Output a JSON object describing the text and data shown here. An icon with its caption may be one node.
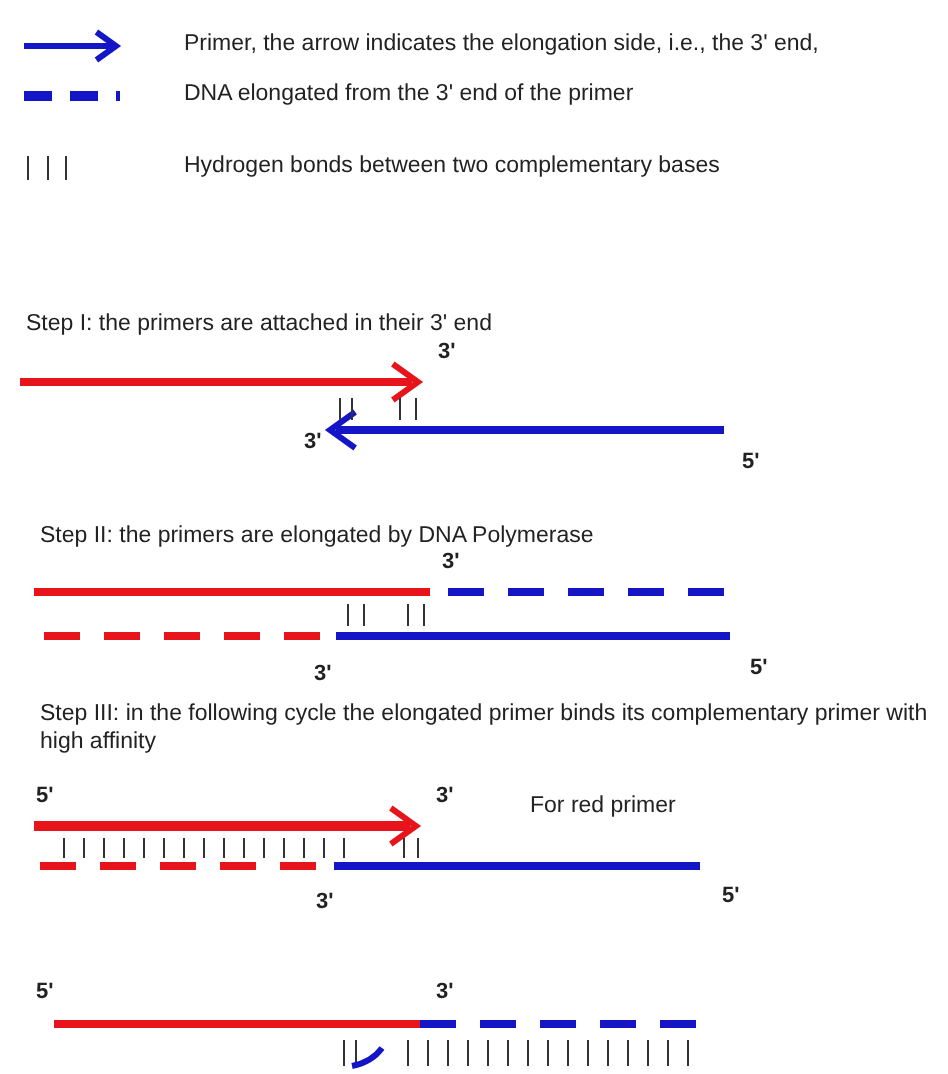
{
  "diagram": {
    "labels": [
      "Step I: the primers are attached in their 3' end",
      "3'",
      "3'",
      "5'",
      "Step II: the primers are elongated by DNA Polymerase",
      "3'",
      "3'",
      "5'",
      "Step III: in the following cycle the elongated primer binds its complementary primer with high affinity",
      "5'",
      "3'",
      "For red primer",
      "3'",
      "5'",
      "5'",
      "3'"
    ],
    "legend": [
      {
        "text": "Primer, the arrow indicates the elongation side, i.e., the 3' end,"
      },
      {
        "text": "DNA elongated from the 3' end of the primer"
      },
      {
        "text": "Hydrogen bonds between two complementary bases"
      }
    ]
  }
}
